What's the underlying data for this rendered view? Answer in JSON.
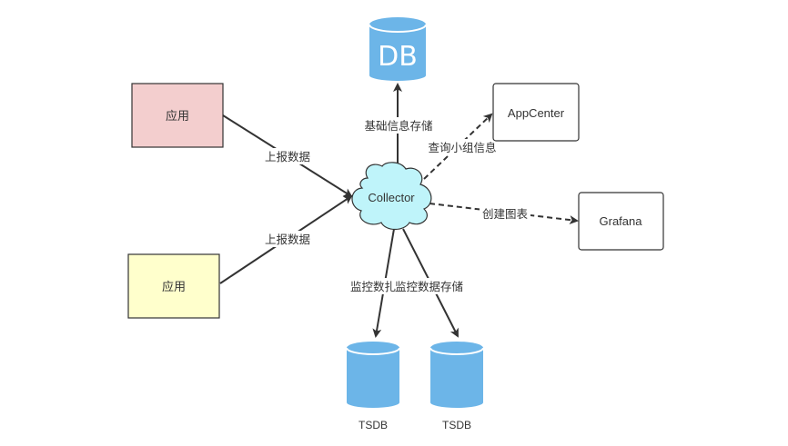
{
  "nodes": {
    "app_top": {
      "label": "应用",
      "fill": "#f3cece"
    },
    "app_bottom": {
      "label": "应用",
      "fill": "#ffffcc"
    },
    "collector": {
      "label": "Collector",
      "fill": "#bff4fa"
    },
    "db": {
      "label": "DB",
      "fill": "#6cb5e8"
    },
    "appcenter": {
      "label": "AppCenter"
    },
    "grafana": {
      "label": "Grafana"
    },
    "tsdb_left": {
      "label": "TSDB",
      "fill": "#6cb5e8"
    },
    "tsdb_right": {
      "label": "TSDB",
      "fill": "#6cb5e8"
    }
  },
  "edges": {
    "report_top": {
      "label": "上报数据",
      "style": "solid"
    },
    "report_bottom": {
      "label": "上报数据",
      "style": "solid"
    },
    "store_basic": {
      "label": "基础信息存储",
      "style": "solid"
    },
    "query_group": {
      "label": "查询小组信息",
      "style": "dashed"
    },
    "create_chart": {
      "label": "创建图表",
      "style": "dashed"
    },
    "monitor_left": {
      "label": "监控数扎",
      "style": "solid"
    },
    "monitor_right": {
      "label": "监控数据存储",
      "style": "solid"
    }
  },
  "colors": {
    "stroke": "#333333",
    "arrow": "#333333"
  }
}
